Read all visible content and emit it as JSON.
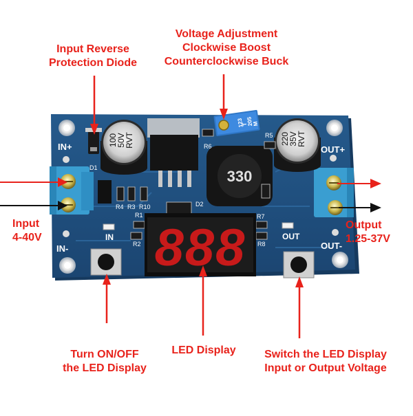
{
  "labels": {
    "voltage_adjustment": {
      "line1": "Voltage Adjustment",
      "line2": "Clockwise Boost",
      "line3": "Counterclockwise Buck"
    },
    "input_reverse": {
      "line1": "Input Reverse",
      "line2": "Protection Diode"
    },
    "input": {
      "line1": "Input",
      "line2": "4-40V"
    },
    "output": {
      "line1": "Output",
      "line2": "1.25-37V"
    },
    "turn_onoff": {
      "line1": "Turn ON/OFF",
      "line2": "the LED Display"
    },
    "led_display": {
      "line1": "LED Display"
    },
    "switch_led": {
      "line1": "Switch the LED Display",
      "line2": "Input or Output Voltage"
    }
  },
  "board": {
    "in_plus": "IN+",
    "in_minus": "IN-",
    "out_plus": "OUT+",
    "out_minus": "OUT-",
    "in_led": "IN",
    "out_led": "OUT",
    "inductor": "330",
    "cap_left": {
      "l1": "100",
      "l2": "50V",
      "l3": "RVT"
    },
    "cap_right": {
      "l1": "220",
      "l2": "35V",
      "l3": "RVT"
    },
    "pot_text": {
      "l1": "123",
      "l2": "T",
      "l3": "205",
      "l4": "M"
    },
    "silk": {
      "d1": "D1",
      "d2": "D2",
      "r1": "R1",
      "r2": "R2",
      "r3": "R3",
      "r4": "R4",
      "r5": "R5",
      "r6": "R6",
      "r7": "R7",
      "r8": "R8",
      "r10": "R10"
    },
    "display_digits": "888"
  },
  "colors": {
    "label": "#e8221b",
    "pcb": "#1f4f7e",
    "terminal": "#3a9ed1",
    "arrow_in": "#e8221b",
    "arrow_gnd": "#111111"
  }
}
